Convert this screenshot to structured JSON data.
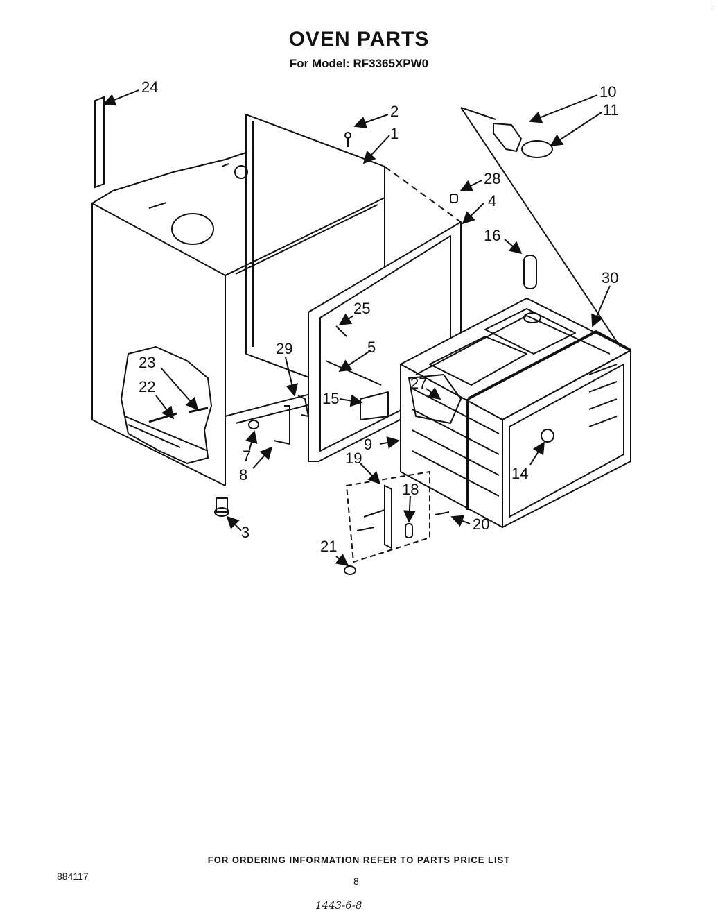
{
  "header": {
    "title": "OVEN PARTS",
    "subtitle": "For Model: RF3365XPW0"
  },
  "callouts": [
    "24",
    "2",
    "1",
    "10",
    "11",
    "28",
    "4",
    "16",
    "30",
    "25",
    "5",
    "29",
    "23",
    "22",
    "15",
    "27",
    "9",
    "7",
    "8",
    "19",
    "18",
    "20",
    "14",
    "3",
    "21"
  ],
  "footer": {
    "ordering_note": "FOR ORDERING INFORMATION REFER TO PARTS PRICE LIST",
    "doc_code": "884117",
    "page_number": "8",
    "handwritten_note": "1443-6-8"
  }
}
